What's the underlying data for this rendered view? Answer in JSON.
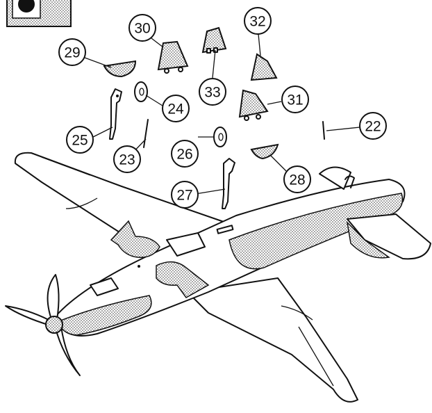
{
  "callouts": [
    {
      "id": "22",
      "label": "22"
    },
    {
      "id": "23",
      "label": "23"
    },
    {
      "id": "24",
      "label": "24"
    },
    {
      "id": "25",
      "label": "25"
    },
    {
      "id": "26",
      "label": "26"
    },
    {
      "id": "27",
      "label": "27"
    },
    {
      "id": "28",
      "label": "28"
    },
    {
      "id": "29",
      "label": "29"
    },
    {
      "id": "30",
      "label": "30"
    },
    {
      "id": "31",
      "label": "31"
    },
    {
      "id": "32",
      "label": "32"
    },
    {
      "id": "33",
      "label": "33"
    }
  ],
  "colors": {
    "ink": "#111111",
    "paper": "#ffffff",
    "stipple": "#444444"
  }
}
